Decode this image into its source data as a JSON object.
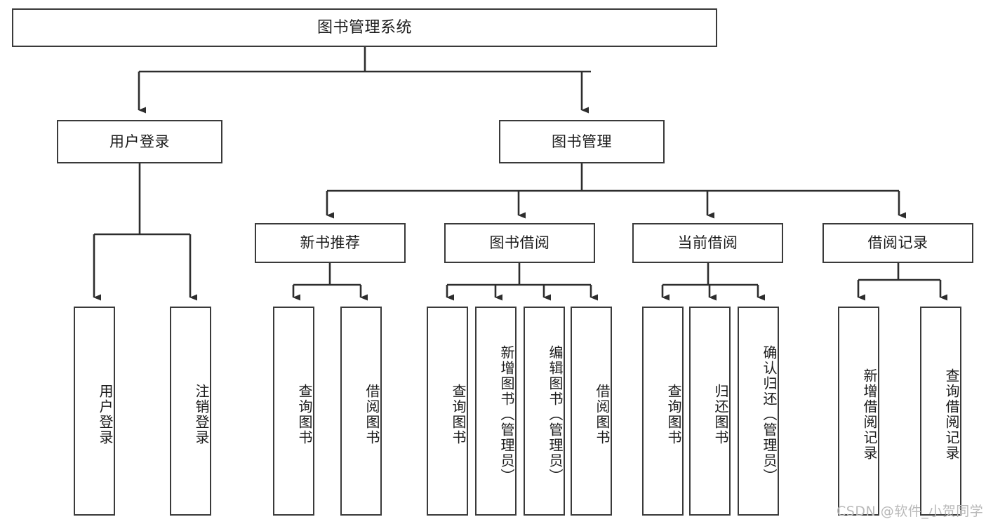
{
  "diagram": {
    "title": "图书管理系统",
    "type": "tree-structure-chart",
    "colors": {
      "box_border": "#3a3a3a",
      "box_fill": "#ffffff",
      "line": "#2d2d2d",
      "text": "#1b1b1b",
      "watermark": "#b9b9b9"
    },
    "root": {
      "label": "图书管理系统"
    },
    "level2": [
      {
        "id": "user-login",
        "label": "用户登录"
      },
      {
        "id": "book-manage",
        "label": "图书管理"
      }
    ],
    "level3": [
      {
        "id": "new-book-recommend",
        "label": "新书推荐"
      },
      {
        "id": "book-borrow",
        "label": "图书借阅"
      },
      {
        "id": "current-borrow",
        "label": "当前借阅"
      },
      {
        "id": "borrow-record",
        "label": "借阅记录"
      }
    ],
    "leaves": {
      "user_login": [
        {
          "id": "leaf-user-login",
          "label": "用户登录"
        },
        {
          "id": "leaf-logout-login",
          "label": "注销登录"
        }
      ],
      "new_book_recommend": [
        {
          "id": "leaf-query-book-1",
          "label": "查询图书"
        },
        {
          "id": "leaf-borrow-book-1",
          "label": "借阅图书"
        }
      ],
      "book_borrow": [
        {
          "id": "leaf-query-book-2",
          "label": "查询图书"
        },
        {
          "id": "leaf-add-book",
          "label": "新增图书（管理员）"
        },
        {
          "id": "leaf-edit-book",
          "label": "编辑图书（管理员）"
        },
        {
          "id": "leaf-borrow-book-2",
          "label": "借阅图书"
        }
      ],
      "current_borrow": [
        {
          "id": "leaf-query-book-3",
          "label": "查询图书"
        },
        {
          "id": "leaf-return-book",
          "label": "归还图书"
        },
        {
          "id": "leaf-confirm-return",
          "label": "确认归还（管理员）"
        }
      ],
      "borrow_record": [
        {
          "id": "leaf-add-record",
          "label": "新增借阅记录"
        },
        {
          "id": "leaf-query-record",
          "label": "查询借阅记录"
        }
      ]
    },
    "watermark": "CSDN @软件_小贺同学"
  }
}
